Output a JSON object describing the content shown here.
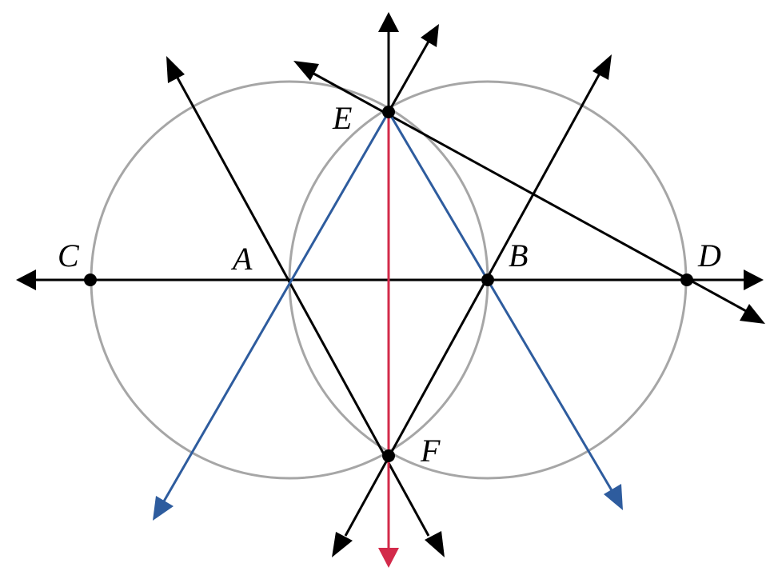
{
  "diagram": {
    "points": {
      "A": {
        "label": "A"
      },
      "B": {
        "label": "B"
      },
      "C": {
        "label": "C"
      },
      "D": {
        "label": "D"
      },
      "E": {
        "label": "E"
      },
      "F": {
        "label": "F"
      }
    },
    "colors": {
      "circle": "#a6a6a6",
      "line": "#000000",
      "blue_line": "#2e5c9e",
      "red_line": "#d32a4a",
      "point": "#000000"
    }
  }
}
